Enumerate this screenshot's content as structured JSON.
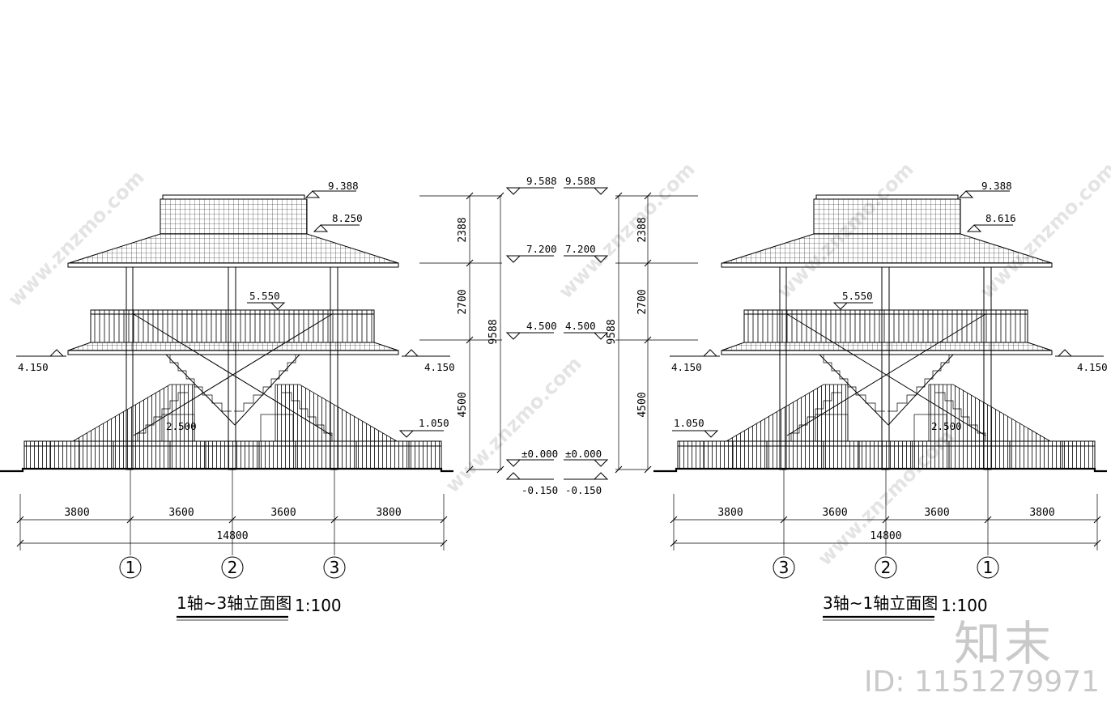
{
  "left_elevation": {
    "title": "1轴~3轴立面图",
    "scale": "1:100",
    "levels": {
      "roof_top": "9.388",
      "roof_eave": "8.250",
      "balcony": "5.550",
      "eave_left": "4.150",
      "eave_right": "4.150",
      "stair_landing": "2.500",
      "platform": "1.050"
    },
    "spans": [
      "3800",
      "3600",
      "3600",
      "3800"
    ],
    "total": "14800",
    "axes": [
      "1",
      "2",
      "3"
    ]
  },
  "right_elevation": {
    "title": "3轴~1轴立面图",
    "scale": "1:100",
    "levels": {
      "roof_top": "9.388",
      "roof_eave": "8.616",
      "balcony": "5.550",
      "eave_left": "4.150",
      "eave_right": "4.150",
      "stair_landing": "2.500",
      "platform": "1.050"
    },
    "spans": [
      "3800",
      "3600",
      "3600",
      "3800"
    ],
    "total": "14800",
    "axes": [
      "3",
      "2",
      "1"
    ]
  },
  "middle_dims": {
    "segments": [
      "2388",
      "2700",
      "4500"
    ],
    "total": "9588",
    "levels": [
      "9.588",
      "7.200",
      "4.500",
      "±0.000",
      "-0.150"
    ]
  },
  "watermark": {
    "brand": "知末",
    "id": "ID: 1151279971",
    "diagonal": "www.znzmo.com"
  }
}
